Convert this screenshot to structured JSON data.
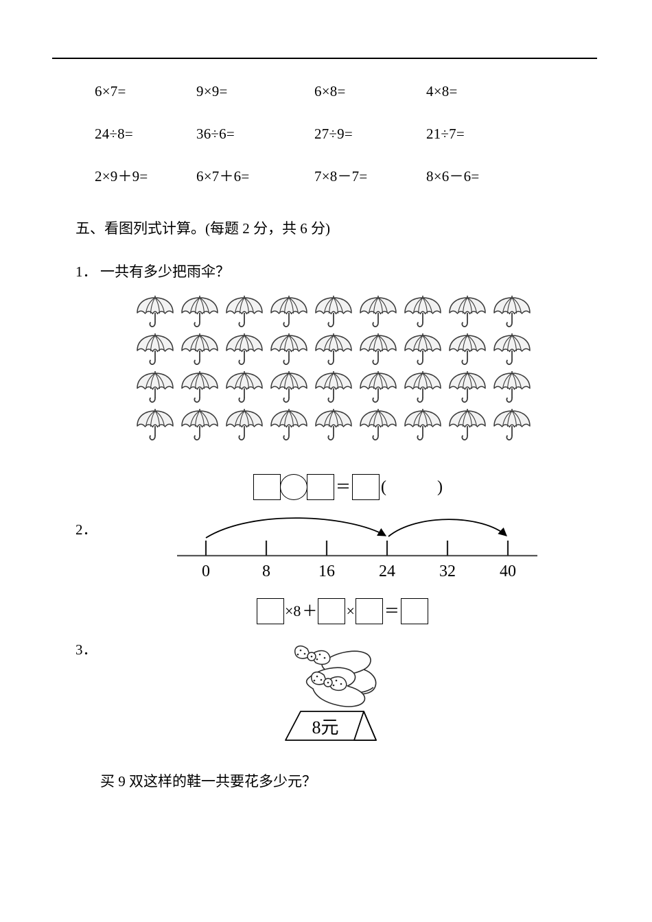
{
  "arithmetic": {
    "rows": [
      [
        "6×7=",
        "9×9=",
        "6×8=",
        "4×8="
      ],
      [
        "24÷8=",
        "36÷6=",
        "27÷9=",
        "21÷7="
      ],
      [
        "2×9＋9=",
        "6×7＋6=",
        "7×8－7=",
        "8×6－6="
      ]
    ]
  },
  "section": {
    "heading": "五、看图列式计算。(每题 2 分，共 6 分)"
  },
  "questions": [
    {
      "number": "1．",
      "prompt": "一共有多少把雨伞？",
      "figure": "umbrella-grid",
      "grid": {
        "columns": 9,
        "rows": 4,
        "total": 36,
        "item": "umbrella-icon"
      },
      "answer_template": {
        "parts": [
          "box",
          "circle",
          "box",
          "=",
          "box"
        ],
        "equals_symbol": "＝",
        "trailing_paren_open": "(",
        "trailing_paren_close": ")"
      }
    },
    {
      "number": "2．",
      "prompt": "",
      "figure": "number-line",
      "answer_template": {
        "parts": [
          "box",
          "×8",
          "+",
          "box",
          "×",
          "box",
          "=",
          "box"
        ],
        "multiply_symbol": "×",
        "plus_symbol": "＋",
        "equals_symbol": "＝",
        "fixed_operand": "8"
      }
    },
    {
      "number": "3．",
      "prompt": "买 9 双这样的鞋一共要花多少元？",
      "figure": "shoes-with-price-tag",
      "price_tag": "8元"
    }
  ],
  "chart_data": {
    "type": "line",
    "title": "",
    "xlabel": "",
    "ylabel": "",
    "tick_labels": [
      "0",
      "8",
      "16",
      "24",
      "32",
      "40"
    ],
    "tick_values": [
      0,
      8,
      16,
      24,
      32,
      40
    ],
    "xlim": [
      0,
      40
    ],
    "grid": false,
    "legend": "none",
    "annotations": [
      {
        "type": "arc-arrow",
        "from": 0,
        "to": 24,
        "direction": "right",
        "label": ""
      },
      {
        "type": "arc-arrow",
        "from": 24,
        "to": 40,
        "direction": "right",
        "label": ""
      }
    ]
  },
  "colors": {
    "ink": "#000000",
    "paper": "#ffffff",
    "umbrella_fill": "#f2f2f2",
    "umbrella_stroke": "#444444",
    "rule": "#000000"
  }
}
